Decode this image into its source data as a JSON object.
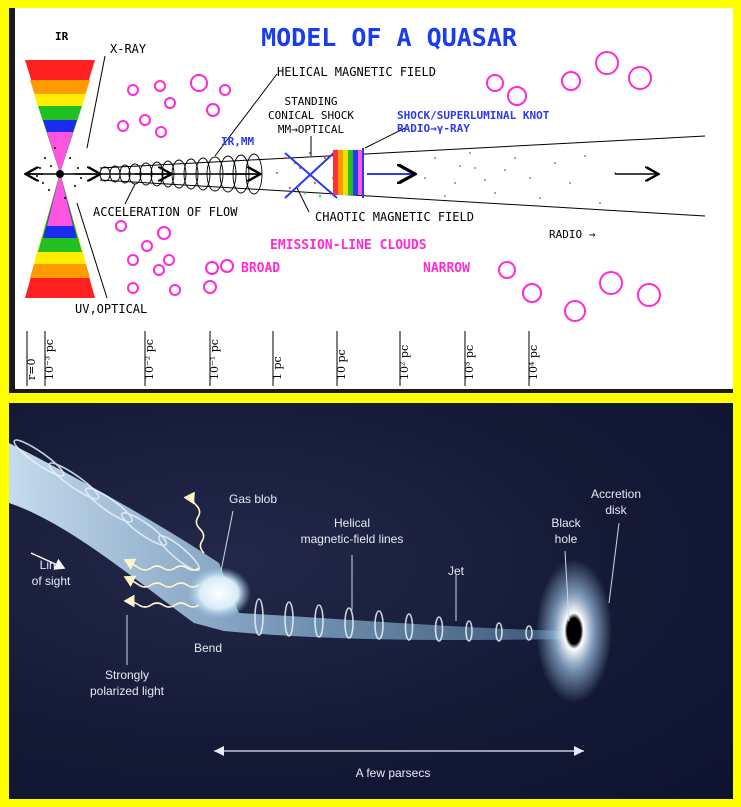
{
  "top": {
    "title": "MODEL OF A QUASAR",
    "labels": {
      "ir": "IR",
      "xray": "X-RAY",
      "uv_optical": "UV,OPTICAL",
      "helical": "HELICAL MAGNETIC FIELD",
      "standing_1": "STANDING",
      "standing_2": "CONICAL SHOCK",
      "standing_3": "MM→OPTICAL",
      "ir_mm": "IR,MM",
      "shock_1": "SHOCK/SUPERLUMINAL KNOT",
      "shock_2": "RADIO→γ-RAY",
      "acceleration": "ACCELERATION OF FLOW",
      "chaotic": "CHAOTIC MAGNETIC FIELD",
      "emission": "EMISSION-LINE CLOUDS",
      "broad": "BROAD",
      "narrow": "NARROW",
      "radio": "RADIO →"
    },
    "axis_ticks": [
      "r=0",
      "10⁻³ pc",
      "10⁻² pc",
      "10⁻¹ pc",
      "1 pc",
      "10 pc",
      "10² pc",
      "10³ pc",
      "10⁴ pc"
    ],
    "colors": {
      "title": "#1a3cf0",
      "magenta": "#ff2ad4",
      "blue_label": "#2a3af0"
    }
  },
  "bottom": {
    "labels": {
      "gas_blob": "Gas blob",
      "helical_1": "Helical",
      "helical_2": "magnetic-field lines",
      "jet": "Jet",
      "accretion_1": "Accretion",
      "accretion_2": "disk",
      "black_1": "Black",
      "black_2": "hole",
      "line_1": "Line",
      "line_2": "of sight",
      "bend": "Bend",
      "polarized_1": "Strongly",
      "polarized_2": "polarized light",
      "scale": "A few parsecs"
    }
  }
}
